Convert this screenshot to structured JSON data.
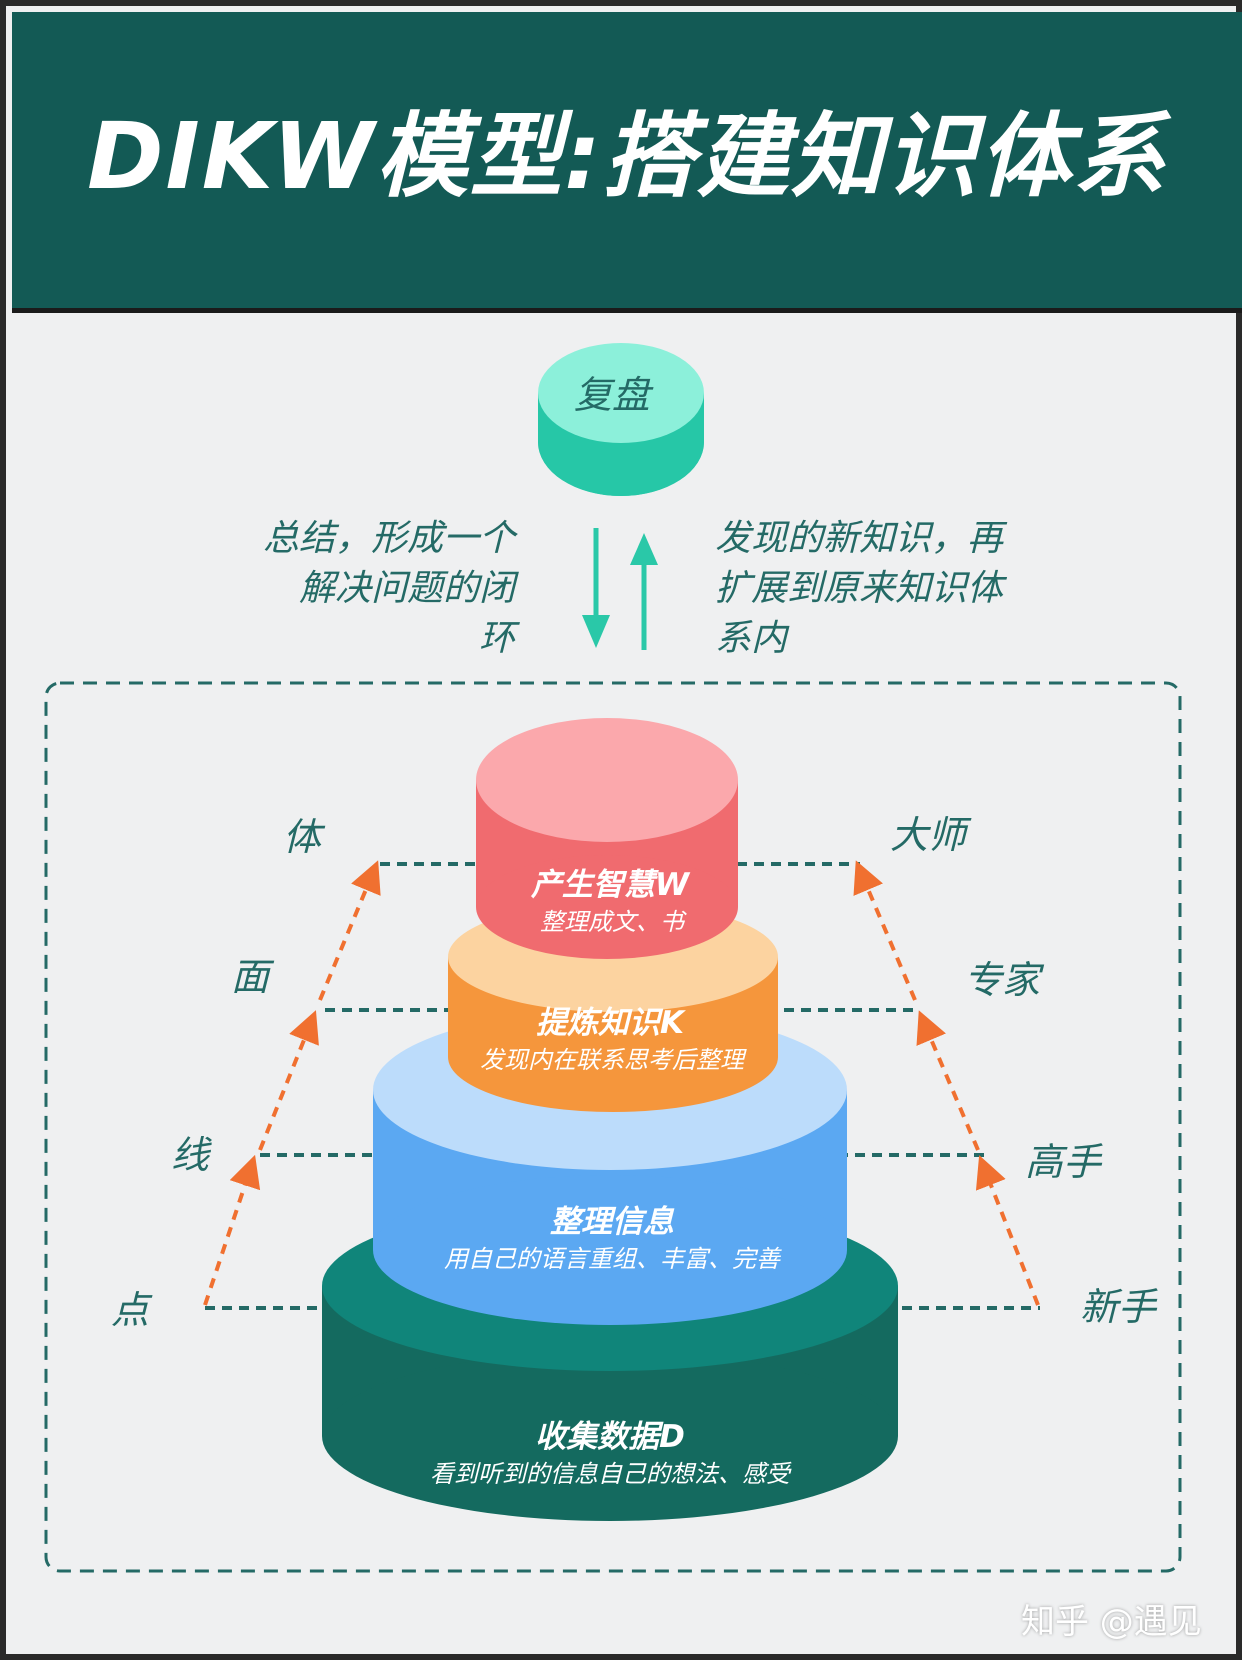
{
  "title": "DIKW模型:搭建知识体系",
  "top": {
    "label": "复盘"
  },
  "notes": {
    "left": [
      "总结，形成一个",
      "解决问题的闭",
      "环"
    ],
    "right": [
      "发现的新知识，再",
      "扩展到原来知识体",
      "系内"
    ]
  },
  "levels": [
    {
      "name": "产生智慧W",
      "desc": "整理成文、书"
    },
    {
      "name": "提炼知识K",
      "desc": "发现内在联系思考后整理"
    },
    {
      "name": "整理信息",
      "desc": "用自己的语言重组、丰富、完善"
    },
    {
      "name": "收集数据D",
      "desc": "看到听到的信息自己的想法、感受"
    }
  ],
  "left_scale": [
    "体",
    "面",
    "线",
    "点"
  ],
  "right_scale": [
    "大师",
    "专家",
    "高手",
    "新手"
  ],
  "colors": {
    "header": "#135a55",
    "top_disk": "#2fd4b4",
    "wisdom": "#f06b6f",
    "knowledge": "#f5963c",
    "information": "#5ba8f2",
    "data": "#146a5f",
    "arrow": "#f07030",
    "dashes": "#246a66"
  },
  "watermark": "知乎 @遇见"
}
